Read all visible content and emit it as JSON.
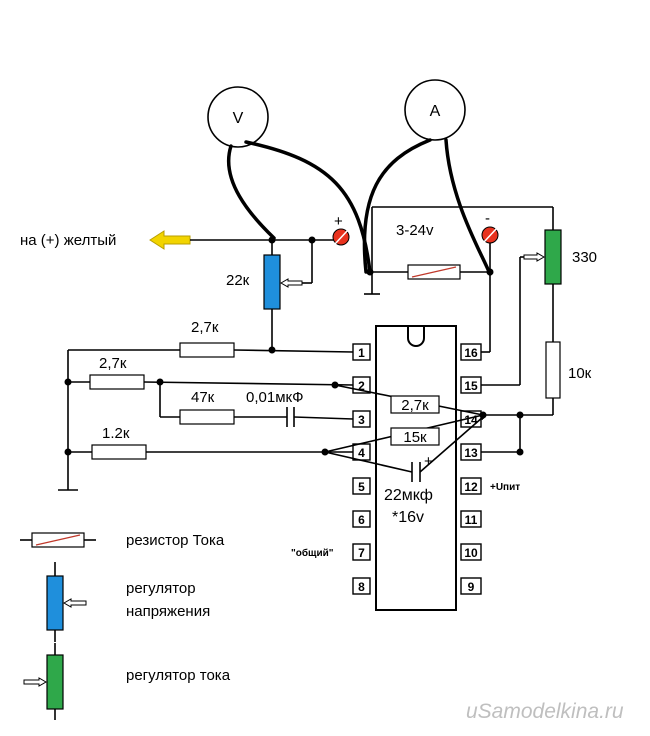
{
  "meters": {
    "voltmeter": "V",
    "ammeter": "A"
  },
  "labels": {
    "output": "на (+) желтый",
    "pot_22k": "22к",
    "r_2k7_top": "2,7к",
    "r_2k7_left": "2,7к",
    "r_47k": "47к",
    "cap_001": "0,01мкФ",
    "r_2k7_box": "2,7к",
    "r_1k2": "1.2к",
    "r_15k_box": "15к",
    "supply": "3-24v",
    "pot_330": "330",
    "r_10k": "10к",
    "plus": "+",
    "minus": "-",
    "cap_plus": "+",
    "cap_22": "22мкф",
    "cap_16v": "*16v",
    "vcc": "+Uпит",
    "common": "\"общий\""
  },
  "chip": {
    "left_pins": [
      "1",
      "2",
      "3",
      "4",
      "5",
      "6",
      "7",
      "8"
    ],
    "right_pins": [
      "16",
      "15",
      "14",
      "13",
      "12",
      "11",
      "10",
      "9"
    ]
  },
  "legend": {
    "current_resistor": "резистор Тока",
    "voltage_reg_1": "регулятор",
    "voltage_reg_2": "напряжения",
    "current_reg": "регулятор тока"
  },
  "colors": {
    "voltage_pot": "#1f8fdc",
    "current_pot": "#2fa84a",
    "arrow": "#f2d400",
    "probe": "#e8321e"
  },
  "watermark": "uSamodelkina.ru"
}
